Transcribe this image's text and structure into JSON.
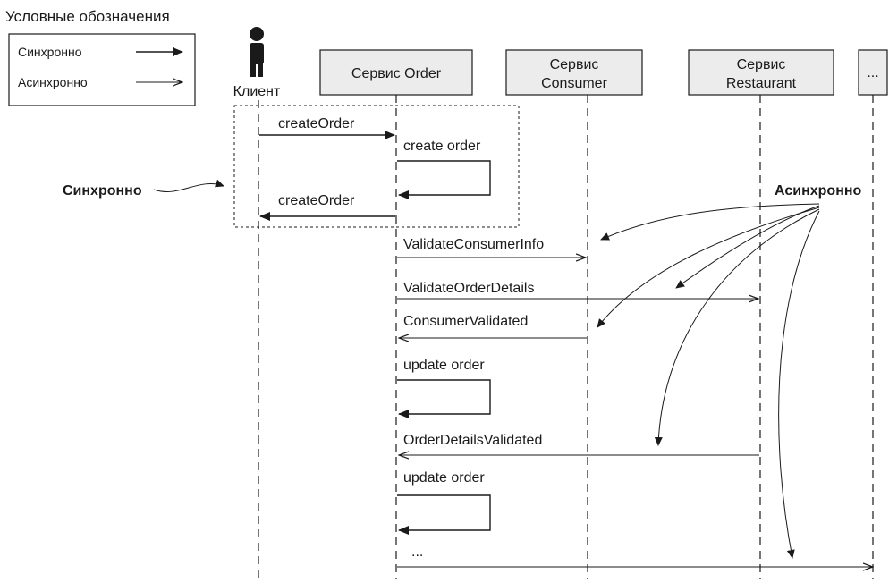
{
  "legend": {
    "title": "Условные обозначения",
    "sync_label": "Синхронно",
    "async_label": "Асинхронно"
  },
  "participants": {
    "client": "Клиент",
    "order": "Сервис Order",
    "consumer_line1": "Сервис",
    "consumer_line2": "Consumer",
    "restaurant_line1": "Сервис",
    "restaurant_line2": "Restaurant",
    "more": "..."
  },
  "messages": {
    "m1": "createOrder",
    "m2": "create order",
    "m3": "createOrder",
    "m4": "ValidateConsumerInfo",
    "m5": "ValidateOrderDetails",
    "m6": "ConsumerValidated",
    "m7": "update order",
    "m8": "OrderDetailsValidated",
    "m9": "update order",
    "m10": "..."
  },
  "callouts": {
    "sync": "Синхронно",
    "async": "Асинхронно"
  }
}
